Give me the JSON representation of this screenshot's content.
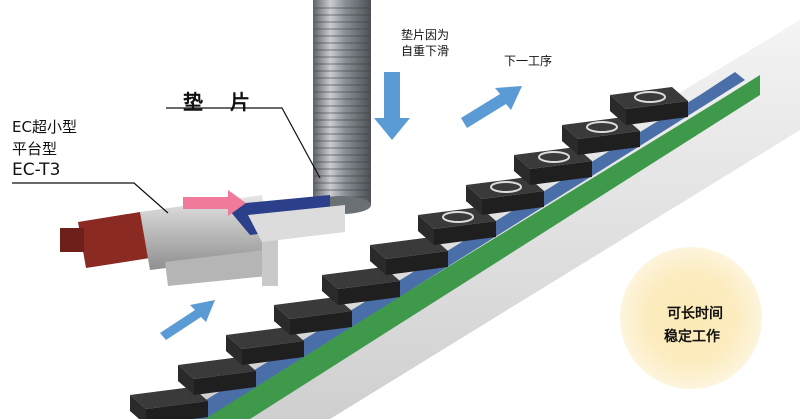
{
  "labels": {
    "pad": "垫 片",
    "actuator_line1": "EC超小型",
    "actuator_line2": "平台型",
    "actuator_model": "EC-T3",
    "gravity_line1": "垫片因为",
    "gravity_line2": "自重下滑",
    "next_process": "下一工序"
  },
  "badge": {
    "line1": "可长时间",
    "line2": "稳定工作"
  },
  "colors": {
    "badge_glow": "#fbe7ad",
    "push_arrow": "#f07a9a",
    "flow_arrow": "#5b9bd5",
    "conveyor_green": "#3e9a4a",
    "conveyor_blue": "#4a6fa8",
    "part_dark": "#2f2f2f",
    "actuator_red": "#8a2a22"
  },
  "icons": {
    "push_arrow": "right-arrow-icon",
    "feed_arrow": "up-right-arrow-icon",
    "drop_arrow": "down-arrow-icon",
    "next_arrow": "up-right-arrow-icon"
  }
}
